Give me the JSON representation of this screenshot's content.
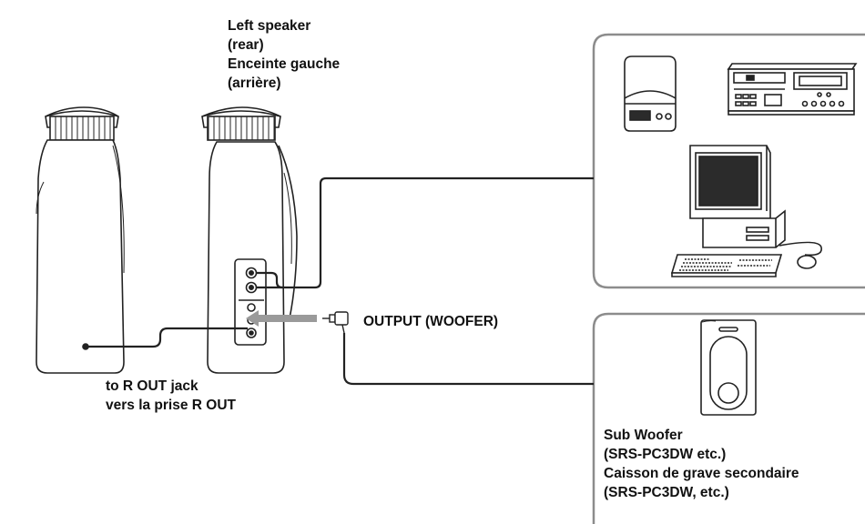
{
  "labels": {
    "left_speaker": [
      "Left speaker",
      "(rear)",
      "Enceinte gauche",
      "(arrière)"
    ],
    "output": "OUTPUT (WOOFER)",
    "r_out": [
      "to R OUT jack",
      "vers la prise R OUT"
    ],
    "subwoofer": [
      "Sub Woofer",
      "(SRS-PC3DW etc.)",
      "Caisson de grave secondaire",
      "(SRS-PC3DW, etc.)"
    ]
  },
  "colors": {
    "line": "#222222",
    "plug": "#9a9a9a",
    "box": "#8c8c8c",
    "fill": "#ffffff",
    "screen": "#2b2b2b"
  },
  "icons": [
    "right-speaker-front-icon",
    "left-speaker-rear-icon",
    "cd-player-icon",
    "stereo-deck-icon",
    "computer-icon",
    "subwoofer-icon",
    "mini-plug-icon"
  ]
}
